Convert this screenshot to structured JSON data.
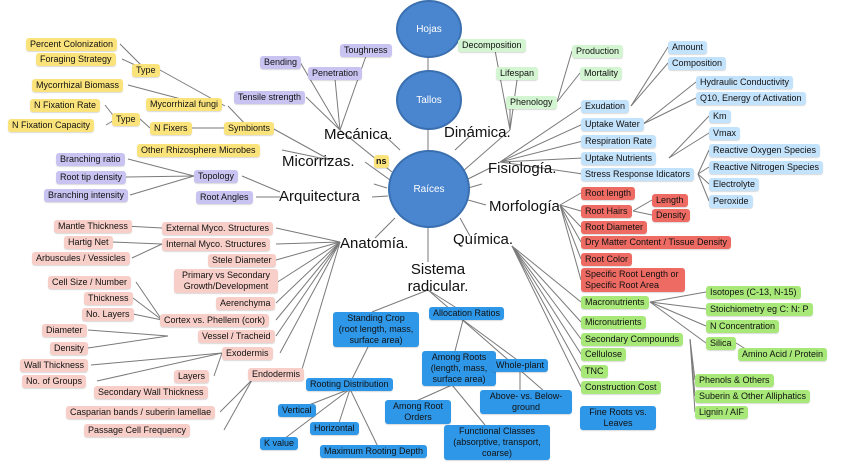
{
  "circles": {
    "hojas": "Hojas",
    "tallos": "Tallos",
    "raices": "Raíces"
  },
  "categories": {
    "mecanica": "Mecánica.",
    "dinamica": "Dinámica.",
    "micorrizas": "Micorrizas.",
    "fisiologia": "Fisiología.",
    "arquitectura": "Arquitectura",
    "morfologia": "Morfología",
    "anatomia": "Anatomía.",
    "quimica": "Química.",
    "sistema": "Sistema radicular."
  },
  "hidden_fragment": "ns",
  "mycorrhiza": {
    "percent_colonization": "Percent Colonization",
    "foraging_strategy": "Foraging Strategy",
    "type1": "Type",
    "mycorrhizal_biomass": "Mycorrhizal Biomass",
    "mycorrhizal_fungi": "Mycorrhizal fungi",
    "n_fixation_rate": "N Fixation Rate",
    "type2": "Type",
    "n_fixation_capacity": "N Fixation Capacity",
    "n_fixers": "N Fixers",
    "symbionts": "Symbionts",
    "other_microbes": "Other Rhizosphere Microbes"
  },
  "mechanics": {
    "bending": "Bending",
    "toughness": "Toughness",
    "penetration": "Penetration",
    "tensile_strength": "Tensile strength"
  },
  "architecture": {
    "branching_ratio": "Branching ratio",
    "root_tip_density": "Root tip density",
    "branching_intensity": "Branching intensity",
    "topology": "Topology",
    "root_angles": "Root Angles"
  },
  "anatomy": {
    "mantle_thickness": "Mantle Thickness",
    "hartig_net": "Hartig Net",
    "arbuscules": "Arbuscules / Vessicles",
    "external_myco": "External Myco. Structures",
    "internal_myco": "Internal Myco. Structures",
    "stele_diameter": "Stele Diameter",
    "primary_secondary": "Primary vs Secondary Growth/Development",
    "cell_size": "Cell Size / Number",
    "thickness": "Thickness",
    "no_layers": "No. Layers",
    "aerenchyma": "Aerenchyma",
    "cortex_phellem": "Cortex vs. Phellem (cork)",
    "diameter": "Diameter",
    "vessel_tracheid": "Vessel / Tracheid",
    "density": "Density",
    "exodermis": "Exodermis",
    "wall_thickness": "Wall Thickness",
    "no_groups": "No. of Groups",
    "layers": "Layers",
    "endodermis": "Endodermis",
    "secondary_wall": "Secondary Wall Thickness",
    "casparian": "Casparian bands / suberin lamellae",
    "passage_cell": "Passage Cell Frequency"
  },
  "dynamics": {
    "decomposition": "Decomposition",
    "lifespan": "Lifespan",
    "phenology": "Phenology",
    "production": "Production",
    "mortality": "Mortality"
  },
  "physiology": {
    "amount": "Amount",
    "composition": "Composition",
    "hydraulic": "Hydraulic Conductivity",
    "q10": "Q10, Energy of Activation",
    "exudation": "Exudation",
    "uptake_water": "Uptake Water",
    "respiration_rate": "Respiration Rate",
    "km": "Km",
    "vmax": "Vmax",
    "uptake_nutrients": "Uptake Nutrients",
    "stress_indicators": "Stress Response Idicators",
    "reactive_oxygen": "Reactive Oxygen Species",
    "reactive_nitrogen": "Reactive Nitrogen Species",
    "electrolyte": "Electrolyte",
    "peroxide": "Peroxide"
  },
  "morphology": {
    "root_length": "Root length",
    "root_hairs": "Root Hairs",
    "length": "Length",
    "density": "Density",
    "root_diameter": "Root Diameter",
    "dry_matter": "Dry Matter Content / Tissue Density",
    "root_color": "Root Color",
    "srl": "Specific Root Length or Specific Root Area"
  },
  "chemistry": {
    "macronutrients": "Macronutrients",
    "isotopes": "Isotopes (C-13, N-15)",
    "stoichiometry": "Stoichiometry eg C: N: P",
    "n_concentration": "N Concentration",
    "micronutrients": "Micronutrients",
    "silica": "Silica",
    "secondary_compounds": "Secondary Compounds",
    "amino_acid": "Amino Acid / Protein",
    "cellulose": "Cellulose",
    "tnc": "TNC",
    "phenols": "Phenols & Others",
    "construction_cost": "Construction Cost",
    "suberin": "Suberin & Other Alliphatics",
    "lignin": "Lignin / AIF"
  },
  "root_system": {
    "standing_crop": "Standing Crop (root length, mass, surface area)",
    "allocation_ratios": "Allocation Ratios",
    "among_roots": "Among Roots (length, mass, surface area)",
    "whole_plant": "Whole-plant",
    "rooting_distribution": "Rooting Distribution",
    "above_below": "Above- vs. Below-ground",
    "among_root_orders": "Among Root Orders",
    "vertical": "Vertical",
    "horizontal": "Horizontal",
    "fine_roots_leaves": "Fine Roots vs. Leaves",
    "functional_classes": "Functional Classes (absorptive, transport, coarse)",
    "k_value": "K value",
    "max_rooting_depth": "Maximum Rooting Depth"
  }
}
